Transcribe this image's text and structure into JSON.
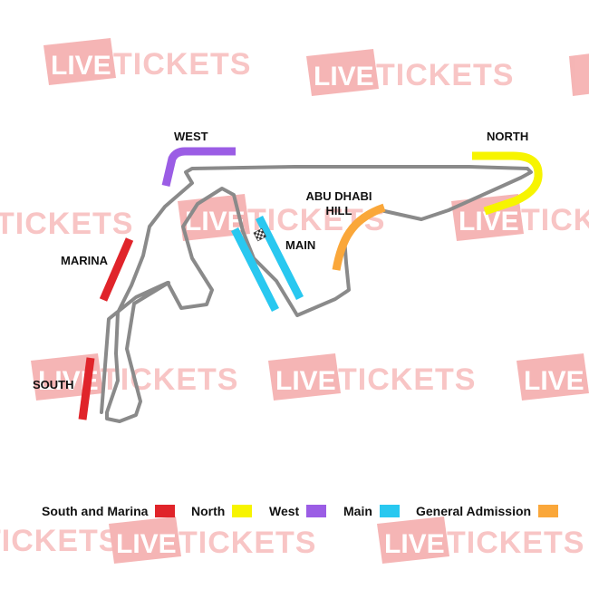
{
  "watermark": {
    "part1": "LIVE",
    "part2": "TICKETS"
  },
  "labels": {
    "west": "WEST",
    "north": "NORTH",
    "marina": "MARINA",
    "south": "SOUTH",
    "main": "MAIN",
    "abu_dhabi_line1": "ABU DHABI",
    "abu_dhabi_line2": "HILL"
  },
  "legend": [
    {
      "label": "South and Marina",
      "color": "#e0242a"
    },
    {
      "label": "North",
      "color": "#f7f400"
    },
    {
      "label": "West",
      "color": "#9b5de5"
    },
    {
      "label": "Main",
      "color": "#29c8f0"
    },
    {
      "label": "General Admission",
      "color": "#faa73a"
    }
  ],
  "colors": {
    "track": "#8a8a8a",
    "south_marina": "#e0242a",
    "north": "#f7f400",
    "west": "#9b5de5",
    "main": "#29c8f0",
    "general_admission": "#faa73a",
    "watermark_pink": "#f4a9a9",
    "watermark_red": "#f2a0a0"
  },
  "icons": {
    "finish_line": "checkered-flag-icon"
  }
}
